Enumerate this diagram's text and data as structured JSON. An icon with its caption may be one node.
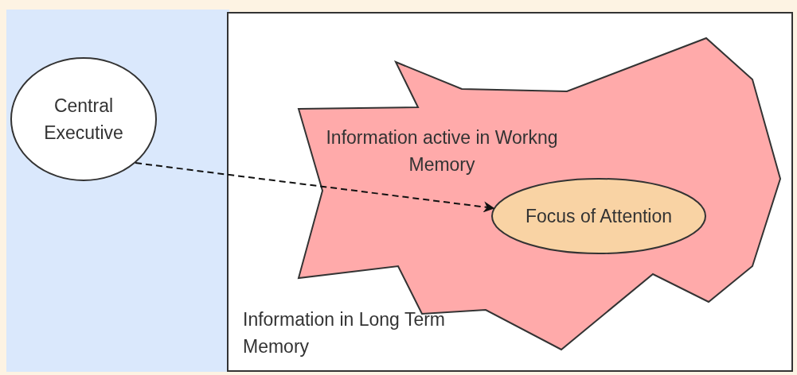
{
  "diagram": {
    "nodes": [
      {
        "text": [
          "Central Executive"
        ]
      },
      {
        "text": [
          "Information in Long Term Memory"
        ]
      },
      {
        "text": [
          "Information active in Workng Memory"
        ],
        "in": 1
      },
      {
        "text": [
          "Focus of Attention"
        ],
        "in": 2
      }
    ],
    "edges": [
      {
        "from": 0,
        "to": 3,
        "arrow": "to",
        "style": "dashed"
      }
    ]
  }
}
